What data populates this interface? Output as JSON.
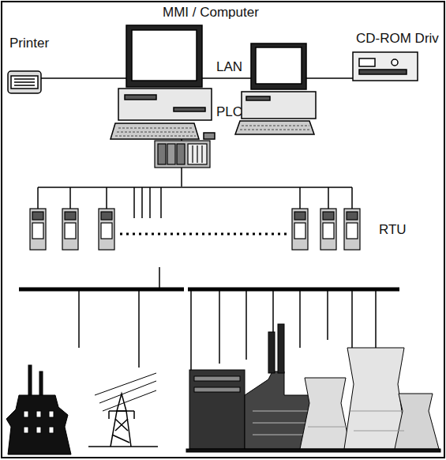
{
  "diagram": {
    "labels": [
      "MMI / Computer",
      "Printer",
      "LAN",
      "CD-ROM Driv",
      "PLC",
      "RTU"
    ]
  }
}
